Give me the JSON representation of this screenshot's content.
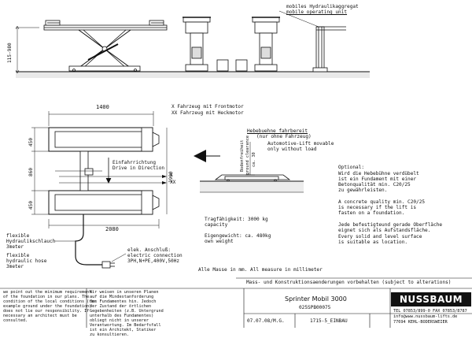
{
  "top_view": {
    "dimension_height": "115-980",
    "unit_label_de": "mobiles Hydraulikaggregat",
    "unit_label_en": "mobile operating unit"
  },
  "plan_view": {
    "dim_width_top": "1400",
    "dim_length_bottom": "2080",
    "dim_total_right": "1900",
    "dim_left_a": "450",
    "dim_left_b": "860",
    "dim_left_c": "450",
    "legend_x": "X Fahrzeug mit Frontmotor",
    "legend_xx": "XX Fahrzeug mit Heckmotor",
    "direction_de": "Einfahrrichtung",
    "direction_en": "Drive in Direction",
    "mark_x": "X",
    "mark_xx": "XX",
    "hose_de_1": "flexible",
    "hose_de_2": "Hydraulikschlauch",
    "hose_de_3": "3meter",
    "hose_en_1": "flexible",
    "hose_en_2": "hydraulic hose",
    "hose_en_3": "3meter",
    "elec_de": "elek. Anschluß:",
    "elec_en": "electric connection",
    "elec_spec": "3PH,N+PE,400V,50Hz"
  },
  "side_view": {
    "title_de": "Hebebuehne fahrbereit",
    "title_de_sub": "(nur ohne Fahrzeug)",
    "title_en_1": "Automotive-Lift movable",
    "title_en_2": "only without load",
    "clearance_label_1": "Bodenfreiheit",
    "clearance_label_2": "ground clearance",
    "clearance_value": "ca. 30"
  },
  "specs": {
    "capacity_de": "Tragfähigkeit: 3000 kg",
    "capacity_en": "capacity",
    "weight_de": "Eigengewicht: ca. 480kg",
    "weight_en": "own weight"
  },
  "notes": {
    "optional_title": "Optional:",
    "optional_lines": [
      "Wird die Hebebühne verdübelt",
      "ist ein Fundament mit einer",
      "Betonqualität min. C20/25",
      "zu gewährleisten."
    ],
    "concrete_lines": [
      "A concrete quality min. C20/25",
      "is necessary if the lift is",
      "fasten on a foundation."
    ],
    "floor_de_lines": [
      "Jede befestigteund gerade Oberfläche",
      "eignet sich als Aufstandsfläche."
    ],
    "floor_en_lines": [
      "Every solid and level surface",
      "is suitable as location."
    ],
    "measures": "Alle Masse in mm. All measure in millimeter",
    "footer_en": [
      "we point out the minimum requirement",
      "of the foundation in our plans. The",
      "condition of the local conditions (for",
      "example ground under the foundation)",
      "does not lie our responsibility. If",
      "necessary an architect must be",
      "consulted."
    ],
    "footer_de": [
      "Wir weisen in unseren Planen",
      "auf die Mindestanforderung",
      "des Fundamentes hin. Jedoch",
      "der Zustand der örtlichen",
      "Gegebenheiten (z.B. Untergrund",
      "unterhalb des Fundamentes)",
      "obliegt nicht in unserer",
      "Verantwortung. Im Bedarfsfall",
      "ist ein Architekt, Statiker",
      "zu konsultieren."
    ]
  },
  "title_block": {
    "changes": "Mass- und Konstruktionsaenderungen vorbehalten (subject to alterations)",
    "product": "Sprinter Mobil 3000",
    "product_code": "025SPB00075",
    "date": "07.07.08/M.G.",
    "drawing_no": "1715-5_EINBAU",
    "company": "NUSSBAUM",
    "tel": "TEL 07853/899-0   FAX 07853/8787",
    "web": "info@www.nussbaum-lifts.de",
    "address": "77694 KEHL-BODERSWEIER"
  }
}
